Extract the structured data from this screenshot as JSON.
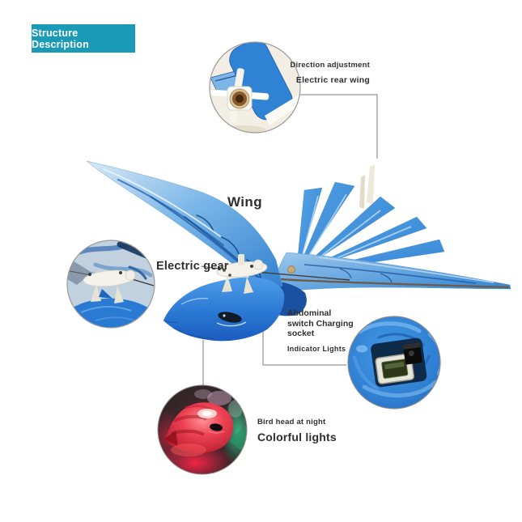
{
  "header": {
    "label": "Structure Description",
    "bg_color": "#1b9ab8",
    "text_color": "#ffffff"
  },
  "annotations": {
    "tail": {
      "line1": "Direction adjustment",
      "line2": "Electric rear wing"
    },
    "wing": {
      "label": "Wing"
    },
    "gear": {
      "label": "Electric gear"
    },
    "abdomen": {
      "line1": "Abdominal",
      "line2": "switch Charging",
      "line3": "socket",
      "indicator": "Indicator Lights"
    },
    "night": {
      "line1": "Bird head at night",
      "line2": "Colorful lights"
    }
  },
  "colors": {
    "header_bg": "#1b9ab8",
    "bird_blue": "#2e82d4",
    "bird_blue_dark": "#1b5cc0",
    "label_text": "#2f2f2f",
    "connector_line": "#7a7a7a",
    "night_red": "#e8304a",
    "night_green": "#2aa070",
    "callout_background_ivory": "#f3eee4"
  }
}
